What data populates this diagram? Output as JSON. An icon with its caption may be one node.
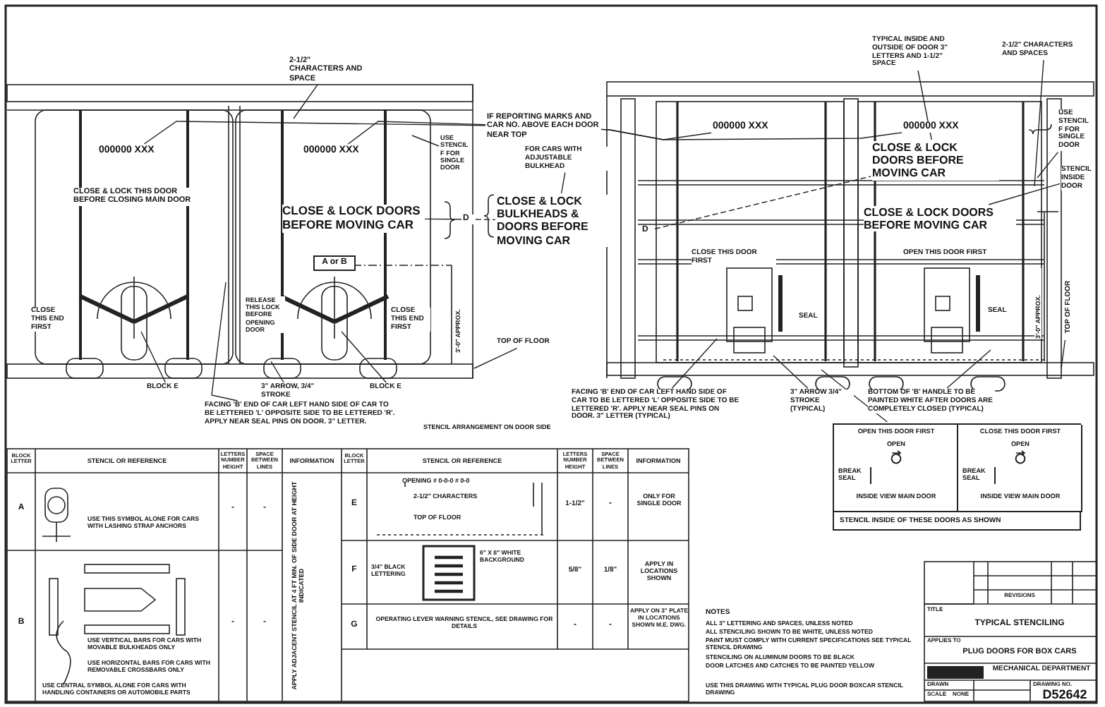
{
  "diagram": {
    "nodes": [
      {
        "text": [
          "2-1/2\" CHARACTERS AND SPACE"
        ]
      },
      {
        "text": [
          "000000 XXX"
        ]
      },
      {
        "text": [
          "000000 XXX"
        ]
      },
      {
        "text": [
          "IF REPORTING MARKS AND CAR NO. ABOVE EACH DOOR NEAR TOP"
        ]
      },
      {
        "text": [
          "CLOSE & LOCK THIS DOOR BEFORE CLOSING MAIN DOOR"
        ]
      },
      {
        "text": [
          "USE STENCIL F FOR SINGLE DOOR"
        ]
      },
      {
        "text": [
          "CLOSE & LOCK DOORS BEFORE MOVING CAR"
        ]
      },
      {
        "text": [
          "D"
        ]
      },
      {
        "text": [
          "FOR CARS WITH ADJUSTABLE BULKHEAD"
        ]
      },
      {
        "text": [
          "CLOSE & LOCK BULKHEADS & DOORS BEFORE MOVING CAR"
        ]
      },
      {
        "text": [
          "A or B"
        ]
      },
      {
        "text": [
          "CLOSE THIS END FIRST"
        ]
      },
      {
        "text": [
          "RELEASE THIS LOCK BEFORE OPENING DOOR"
        ]
      },
      {
        "text": [
          "CLOSE THIS END FIRST"
        ]
      },
      {
        "text": [
          "BLOCK E"
        ]
      },
      {
        "text": [
          "3\" ARROW, 3/4\" STROKE"
        ]
      },
      {
        "text": [
          "BLOCK E"
        ]
      },
      {
        "text": [
          "FACING 'B' END OF CAR LEFT HAND SIDE OF CAR TO BE LETTERED 'L' OPPOSITE SIDE TO BE LETTERED 'R'. APPLY NEAR SEAL PINS ON DOOR. 3\" LETTER."
        ]
      },
      {
        "text": [
          "TOP OF FLOOR"
        ]
      },
      {
        "text": [
          "D"
        ]
      },
      {
        "text": [
          "TYPICAL INSIDE AND OUTSIDE OF DOOR 3\" LETTERS AND 1-1/2\" SPACE"
        ]
      },
      {
        "text": [
          "2-1/2\" CHARACTERS AND SPACES"
        ]
      },
      {
        "text": [
          "000000 XXX"
        ]
      },
      {
        "text": [
          "000000 XXX"
        ]
      },
      {
        "text": [
          "CLOSE & LOCK DOORS BEFORE MOVING CAR"
        ]
      },
      {
        "text": [
          "USE STENCIL F FOR SINGLE DOOR"
        ]
      },
      {
        "text": [
          "STENCIL INSIDE DOOR"
        ]
      },
      {
        "text": [
          "CLOSE & LOCK DOORS BEFORE MOVING CAR"
        ]
      },
      {
        "text": [
          "CLOSE THIS DOOR FIRST"
        ]
      },
      {
        "text": [
          "OPEN THIS DOOR FIRST"
        ]
      },
      {
        "text": [
          "SEAL"
        ]
      },
      {
        "text": [
          "SEAL"
        ]
      },
      {
        "text": [
          "FACING 'B' END OF CAR LEFT HAND SIDE OF CAR TO BE LETTERED 'L' OPPOSITE SIDE TO BE LETTERED 'R'. APPLY NEAR SEAL PINS ON DOOR. 3\" LETTER (TYPICAL)"
        ]
      },
      {
        "text": [
          "3\" ARROW 3/4\" STROKE (TYPICAL)"
        ]
      },
      {
        "text": [
          "BOTTOM OF 'B' HANDLE TO BE PAINTED WHITE AFTER DOORS ARE COMPLETELY CLOSED (TYPICAL)"
        ]
      },
      {
        "text": [
          "TOP OF FLOOR"
        ]
      },
      {
        "text": [
          "STENCIL INSIDE OF THESE DOORS AS SHOWN"
        ]
      },
      {
        "text": [
          "OPEN THIS DOOR FIRST",
          "OPEN",
          "BREAK SEAL",
          "INSIDE VIEW MAIN DOOR"
        ],
        "in": 36
      },
      {
        "text": [
          "CLOSE THIS DOOR FIRST",
          "OPEN",
          "BREAK SEAL",
          "INSIDE VIEW MAIN DOOR"
        ],
        "in": 36
      }
    ],
    "edges": [
      {
        "from": 0,
        "to": null,
        "arrow": "none"
      },
      {
        "from": 1,
        "to": 3,
        "arrow": "none"
      },
      {
        "from": 2,
        "to": 3,
        "arrow": "none"
      },
      {
        "from": 5,
        "to": null,
        "arrow": "none"
      },
      {
        "from": 6,
        "to": 7,
        "arrow": "none"
      },
      {
        "from": 7,
        "to": 9,
        "arrow": "none",
        "style": "dashed"
      },
      {
        "from": 8,
        "to": 9,
        "arrow": "none"
      },
      {
        "from": 14,
        "to": null,
        "arrow": "none"
      },
      {
        "from": 16,
        "to": null,
        "arrow": "none"
      },
      {
        "from": 15,
        "to": null,
        "arrow": "none"
      },
      {
        "from": 17,
        "to": null,
        "arrow": "none"
      },
      {
        "from": 18,
        "to": null,
        "arrow": "none"
      },
      {
        "from": 19,
        "to": 24,
        "arrow": "none",
        "style": "dashed"
      },
      {
        "from": 20,
        "to": 24,
        "arrow": "none"
      },
      {
        "from": 21,
        "to": null,
        "arrow": "none"
      },
      {
        "from": 22,
        "to": 3,
        "arrow": "none"
      },
      {
        "from": 23,
        "to": 3,
        "arrow": "none"
      },
      {
        "from": 25,
        "to": null,
        "arrow": "none"
      },
      {
        "from": 26,
        "to": 27,
        "arrow": "none"
      },
      {
        "from": 32,
        "to": null,
        "arrow": "none"
      },
      {
        "from": 33,
        "to": null,
        "arrow": "none"
      },
      {
        "from": 34,
        "to": null,
        "arrow": "none"
      },
      {
        "from": 35,
        "to": null,
        "arrow": "none"
      },
      {
        "from": 36,
        "to": null,
        "arrow": "none"
      }
    ],
    "labels": [
      "STENCIL ARRANGEMENT ON DOOR SIDE",
      "3'-0\" APPROX.",
      "3'-0\" APPROX.",
      "BLOCK LETTER",
      "STENCIL OR REFERENCE",
      "LETTERS NUMBER HEIGHT",
      "SPACE BETWEEN LINES",
      "INFORMATION",
      "BLOCK LETTER",
      "STENCIL OR REFERENCE",
      "LETTERS NUMBER HEIGHT",
      "SPACE BETWEEN LINES",
      "INFORMATION",
      "A",
      "USE THIS SYMBOL ALONE FOR CARS WITH LASHING STRAP ANCHORS",
      "-",
      "-",
      "APPLY ADJACENT STENCIL AT 4 FT MIN. OF SIDE DOOR AT HEIGHT INDICATED",
      "B",
      "USE VERTICAL BARS FOR CARS WITH MOVABLE BULKHEADS ONLY",
      "USE HORIZONTAL BARS FOR CARS WITH REMOVABLE CROSSBARS ONLY",
      "USE CENTRAL SYMBOL ALONE FOR CARS WITH HANDLING CONTAINERS OR AUTOMOBILE PARTS",
      "-",
      "-",
      "E",
      "OPENING # 0-0-0 # 0-0",
      "2-1/2\" CHARACTERS",
      "TOP OF FLOOR",
      "1-1/2\"",
      "-",
      "ONLY FOR SINGLE DOOR",
      "F",
      "3/4\" BLACK LETTERING",
      "6\" X 8\" WHITE BACKGROUND",
      "5/8\"",
      "1/8\"",
      "APPLY IN LOCATIONS SHOWN",
      "G",
      "OPERATING LEVER WARNING STENCIL, SEE DRAWING FOR DETAILS",
      "-",
      "-",
      "APPLY ON 3\" PLATE IN LOCATIONS SHOWN M.E. DWG.",
      "NOTES",
      "ALL 3\" LETTERING AND SPACES, UNLESS NOTED",
      "ALL STENCILING SHOWN TO BE WHITE, UNLESS NOTED",
      "PAINT MUST COMPLY WITH CURRENT SPECIFICATIONS SEE TYPICAL STENCIL DRAWING",
      "STENCILING ON ALUMINUM DOORS TO BE BLACK",
      "DOOR LATCHES AND CATCHES TO BE PAINTED YELLOW",
      "USE THIS DRAWING WITH TYPICAL PLUG DOOR BOXCAR STENCIL DRAWING",
      "REVISIONS",
      "TITLE",
      "TYPICAL STENCILING",
      "APPLIES TO",
      "PLUG DOORS FOR BOX CARS",
      "MECHANICAL DEPARTMENT",
      "DRAWN",
      "SCALE",
      "NONE",
      "DRAWING NO.",
      "D52642"
    ]
  }
}
